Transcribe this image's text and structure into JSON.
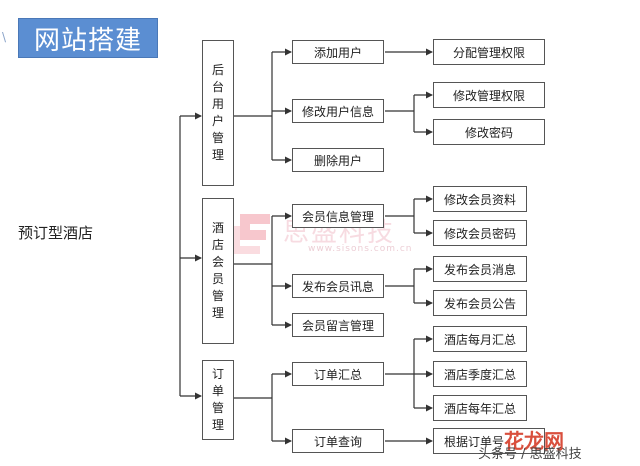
{
  "header": {
    "title": "网站搭建",
    "corner_mark": "\\"
  },
  "root": {
    "label": "预订型酒店"
  },
  "modules": [
    {
      "chars": [
        "后",
        "台",
        "用",
        "户",
        "管",
        "理"
      ]
    },
    {
      "chars": [
        "酒",
        "店",
        "会",
        "员",
        "管",
        "理"
      ]
    },
    {
      "chars": [
        "订",
        "单",
        "管",
        "理"
      ]
    }
  ],
  "functions": [
    "添加用户",
    "修改用户信息",
    "删除用户",
    "会员信息管理",
    "发布会员讯息",
    "会员留言管理",
    "订单汇总",
    "订单查询"
  ],
  "leaves": [
    "分配管理权限",
    "修改管理权限",
    "修改密码",
    "修改会员资料",
    "修改会员密码",
    "发布会员消息",
    "发布会员公告",
    "酒店每月汇总",
    "酒店季度汇总",
    "酒店每年汇总",
    "根据订单号"
  ],
  "watermark": {
    "text": "思盛科技",
    "url": "www.sisons.com.cn",
    "logo": "sisheng-logo-icon"
  },
  "signature": {
    "name": "花龙网",
    "sub": "头条号 / 思盛科技"
  },
  "colors": {
    "title_bg": "#5b8ed2",
    "line": "#333333",
    "watermark": "#f2c4ce",
    "signature": "#d94f3d"
  }
}
